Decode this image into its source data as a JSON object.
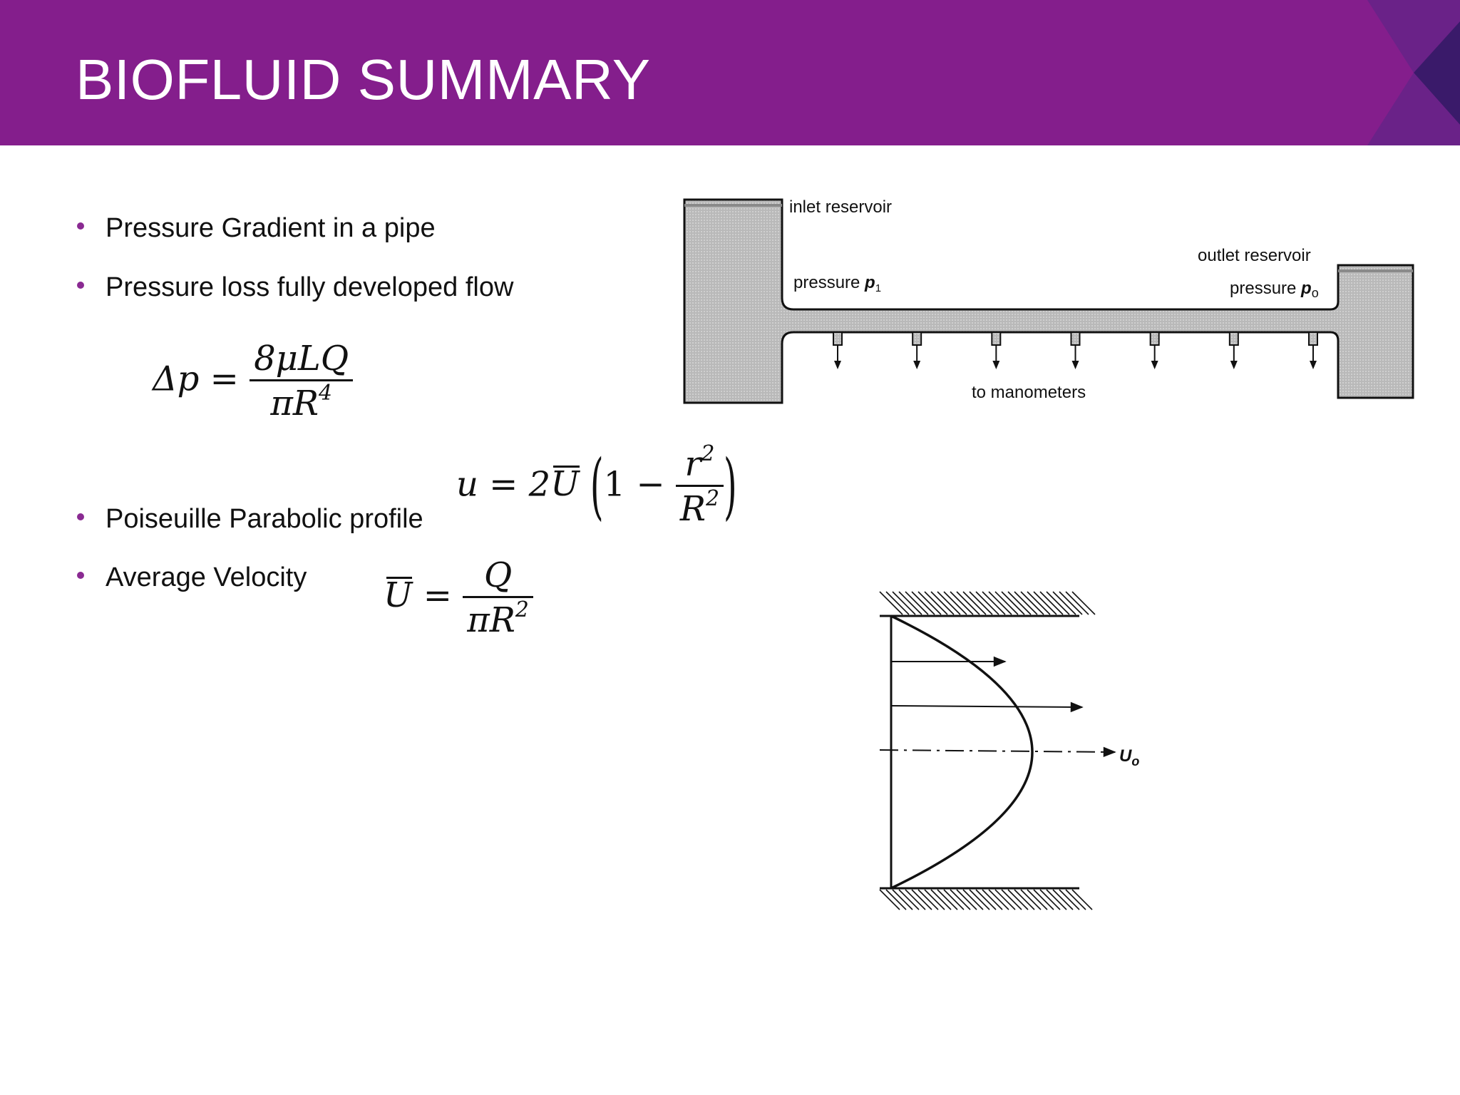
{
  "slide": {
    "title": "BIOFLUID SUMMARY",
    "colors": {
      "header": "#841e8c",
      "bullet": "#8a2a92",
      "deco_dark": "#3a1a6a",
      "deco_mid": "#5a2280"
    }
  },
  "bullets": [
    {
      "text": "Pressure Gradient in  a pipe"
    },
    {
      "text": "Pressure loss fully developed flow"
    },
    {
      "text": "Poiseuille Parabolic profile"
    },
    {
      "text": "Average Velocity"
    }
  ],
  "equations": {
    "pressure_loss": {
      "lhs": "Δp =",
      "num": "8μLQ",
      "den_base": "πR",
      "den_exp": "4"
    },
    "parabolic": {
      "lhs": "u = 2",
      "ubar": "U",
      "one_minus": "1 −",
      "num_base": "r",
      "num_exp": "2",
      "den_base": "R",
      "den_exp": "2"
    },
    "average": {
      "ubar": "U",
      "eq": "=",
      "num": "Q",
      "den_base": "πR",
      "den_exp": "2"
    }
  },
  "figures": {
    "pipe": {
      "inlet_label": "inlet reservoir",
      "outlet_label": "outlet reservoir",
      "p1_label": "pressure",
      "p1_sym": "p",
      "p1_sub": "1",
      "p0_label": "pressure",
      "p0_sym": "p",
      "p0_sub": "o",
      "manometer_label": "to manometers",
      "tap_count": 7
    },
    "profile": {
      "centerline_label": "U",
      "centerline_sub": "o",
      "profile_shape": "parabolic"
    }
  }
}
